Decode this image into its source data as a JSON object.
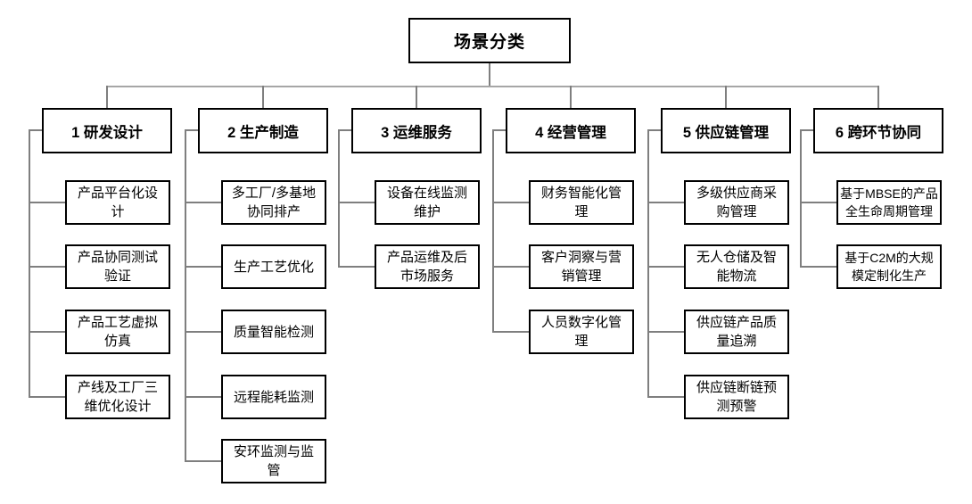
{
  "diagram": {
    "root": {
      "label": "场景分类"
    },
    "branches": [
      {
        "label": "1 研发设计",
        "children": [
          "产品平台化设\n计",
          "产品协同测试\n验证",
          "产品工艺虚拟\n仿真",
          "产线及工厂三\n维优化设计"
        ]
      },
      {
        "label": "2 生产制造",
        "children": [
          "多工厂/多基地\n协同排产",
          "生产工艺优化",
          "质量智能检测",
          "远程能耗监测",
          "安环监测与监\n管"
        ]
      },
      {
        "label": "3 运维服务",
        "children": [
          "设备在线监测\n维护",
          "产品运维及后\n市场服务"
        ]
      },
      {
        "label": "4 经营管理",
        "children": [
          "财务智能化管\n理",
          "客户洞察与营\n销管理",
          "人员数字化管\n理"
        ]
      },
      {
        "label": "5 供应链管理",
        "children": [
          "多级供应商采\n购管理",
          "无人仓储及智\n能物流",
          "供应链产品质\n量追溯",
          "供应链断链预\n测预警"
        ]
      },
      {
        "label": "6 跨环节协同",
        "children": [
          "基于MBSE的产品\n全生命周期管理",
          "基于C2M的大规\n模定制化生产"
        ]
      }
    ],
    "colors": {
      "box_border": "#000000",
      "connector": "#7f7f7f",
      "trunk_line": "#a6a6a6",
      "background": "#ffffff"
    }
  }
}
